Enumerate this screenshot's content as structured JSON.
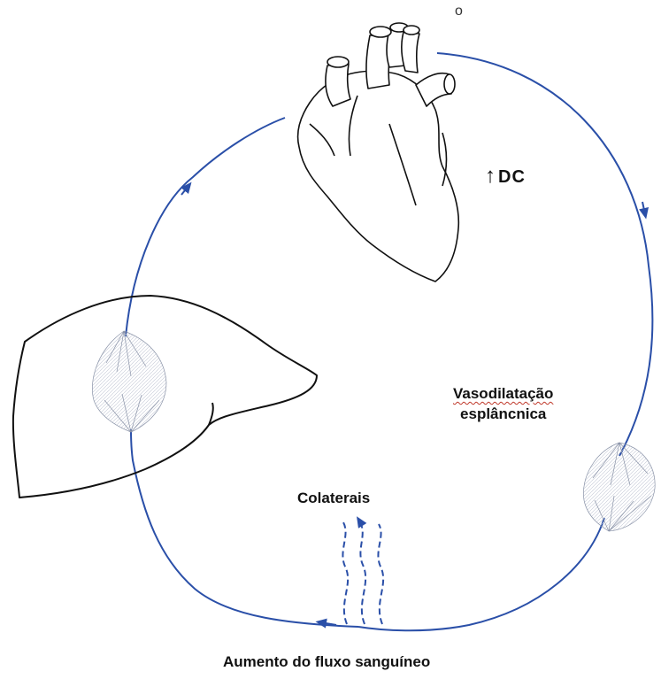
{
  "diagram": {
    "labels": {
      "debito_cardiaco": "DC",
      "vasodilatacao_line1": "Vasodilatação",
      "vasodilatacao_line2": "esplâncnica",
      "colaterais": "Colaterais",
      "aumento_fluxo": "Aumento do fluxo sanguíneo",
      "stray_mark": "o"
    },
    "colors": {
      "circulation": "#2a4fa8",
      "outline": "#111111",
      "capillary": "#8a93a8",
      "spell_underline": "#c0392b"
    },
    "icons": [
      "heart-icon",
      "liver-icon",
      "capillary-network-icon",
      "up-arrow-icon"
    ]
  }
}
